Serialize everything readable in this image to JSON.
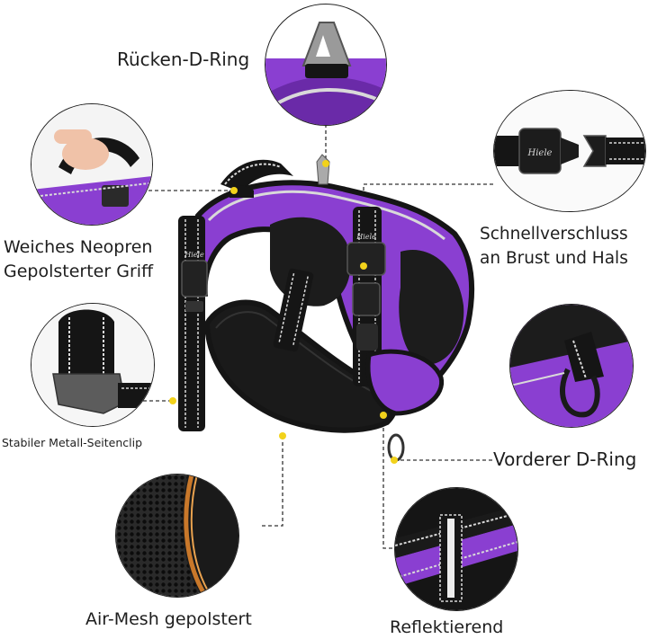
{
  "callouts": {
    "back_d_ring": "Rücken-D-Ring",
    "neoprene_handle": "Weiches Neopren\nGepolsterter Griff",
    "quick_release": "Schnellverschluss\nan Brust und Hals",
    "side_clip": "Stabiler Metall-Seitenclip",
    "front_d_ring": "Vorderer D-Ring",
    "air_mesh": "Air-Mesh gepolstert",
    "reflective": "Reflektierend"
  },
  "brand": {
    "buckle_text": "Hiele"
  },
  "colors": {
    "purple": "#8a3fd1",
    "purple_dark": "#6a2aa8",
    "black": "#151515",
    "reflective": "#d9d9d9",
    "dot": "#f2d21b"
  }
}
